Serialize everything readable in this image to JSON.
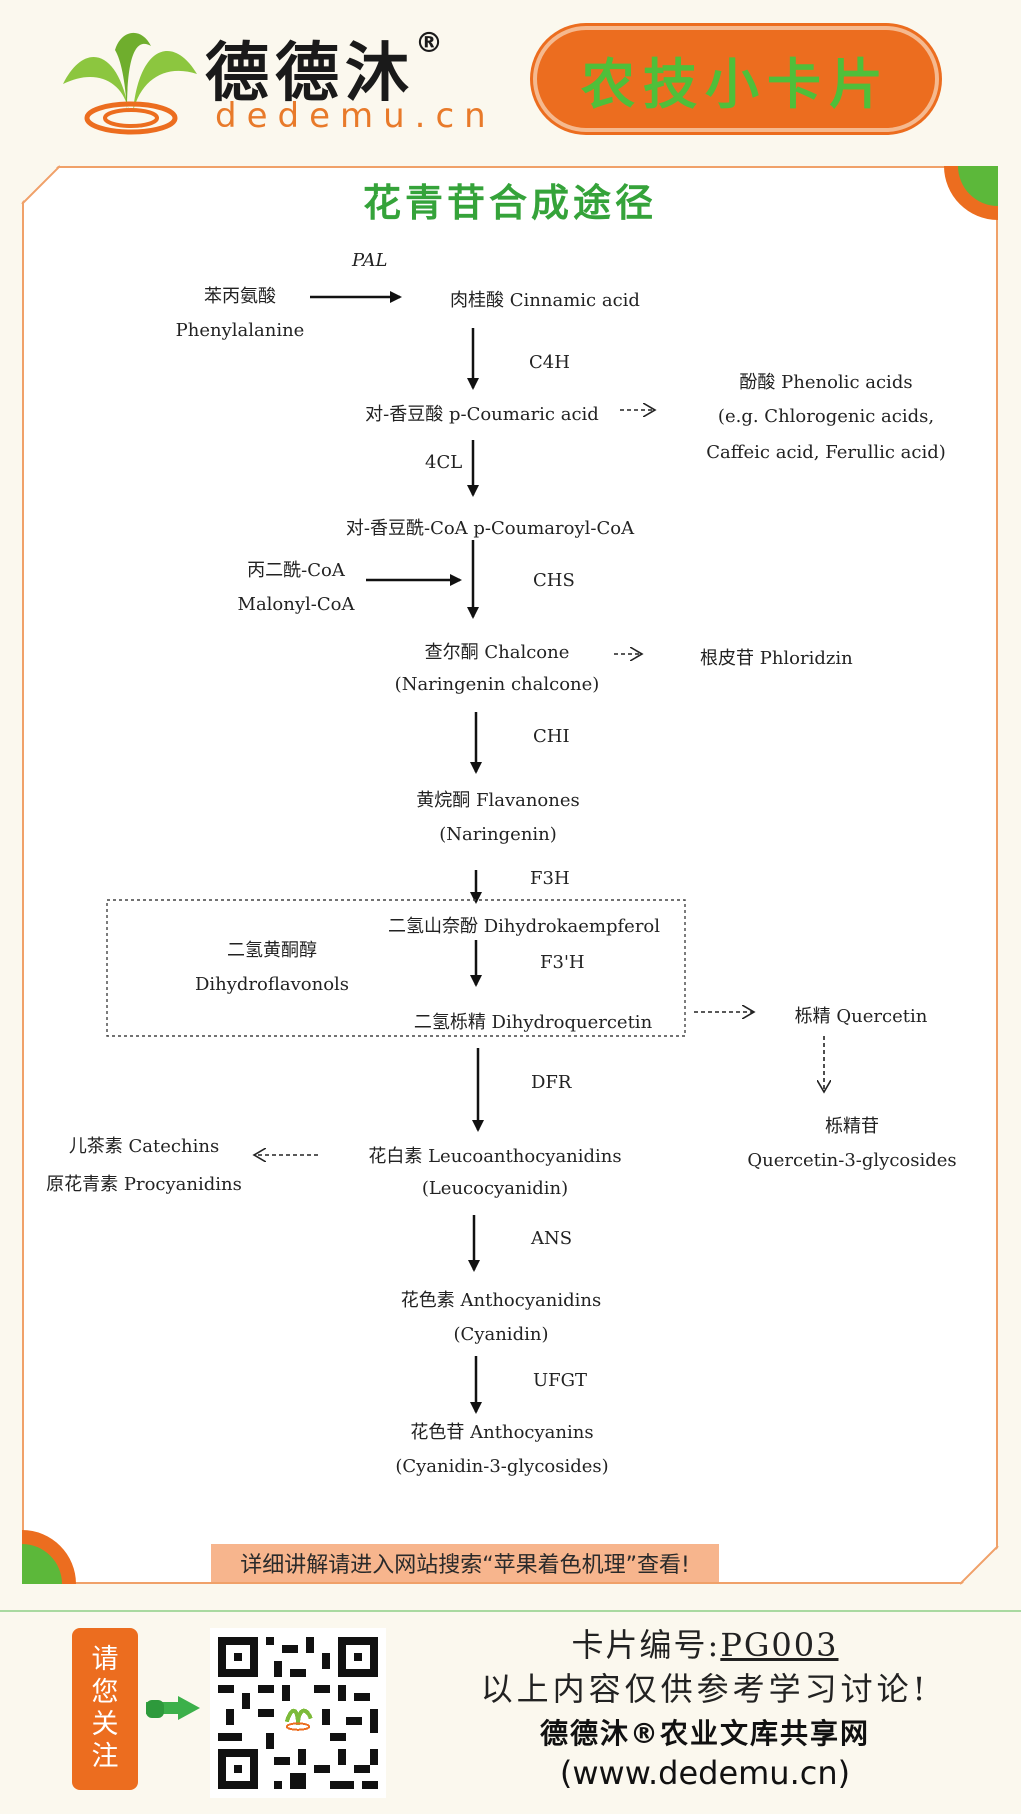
{
  "header": {
    "brand_name": "德德沐",
    "brand_reg": "®",
    "brand_url": "dedemu.cn",
    "badge": "农技小卡片"
  },
  "diagram": {
    "title": "花青苷合成途径",
    "nodes": {
      "phe_cn": "苯丙氨酸",
      "phe_en": "Phenylalanine",
      "cinnamic": "肉桂酸 Cinnamic acid",
      "coumaric": "对-香豆酸 p-Coumaric acid",
      "phenolic_1": "酚酸 Phenolic acids",
      "phenolic_2": "(e.g. Chlorogenic acids,",
      "phenolic_3": "Caffeic acid, Ferullic acid)",
      "coumaroyl": "对-香豆酰-CoA p-Coumaroyl-CoA",
      "malonyl_cn": "丙二酰-CoA",
      "malonyl_en": "Malonyl-CoA",
      "chalcone_1": "查尔酮 Chalcone",
      "chalcone_2": "(Naringenin chalcone)",
      "phloridzin": "根皮苷 Phloridzin",
      "flavanone_1": "黄烷酮 Flavanones",
      "flavanone_2": "(Naringenin)",
      "dihydrokaempferol": "二氢山奈酚 Dihydrokaempferol",
      "dihydroflavonols_cn": "二氢黄酮醇",
      "dihydroflavonols_en": "Dihydroflavonols",
      "dihydroquercetin": "二氢栎精 Dihydroquercetin",
      "quercetin": "栎精 Quercetin",
      "quercetin_g_cn": "栎精苷",
      "quercetin_g_en": "Quercetin-3-glycosides",
      "catechins": "儿茶素 Catechins",
      "procyanidins": "原花青素 Procyanidins",
      "leuco_1": "花白素 Leucoanthocyanidins",
      "leuco_2": "(Leucocyanidin)",
      "antho_1": "花色素 Anthocyanidins",
      "antho_2": "(Cyanidin)",
      "anthocyanin_1": "花色苷 Anthocyanins",
      "anthocyanin_2": "(Cyanidin-3-glycosides)"
    },
    "enzymes": {
      "pal": "PAL",
      "c4h": "C4H",
      "cl4": "4CL",
      "chs": "CHS",
      "chi": "CHI",
      "f3h": "F3H",
      "f3ph": "F3'H",
      "dfr": "DFR",
      "ans": "ANS",
      "ufgt": "UFGT"
    },
    "note": "详细讲解请进入网站搜索“苹果着色机理”查看!"
  },
  "footer": {
    "follow": [
      "请",
      "您",
      "关",
      "注"
    ],
    "card_no_label": "卡片编号:",
    "card_no": "PG003",
    "disclaimer": "以上内容仅供参考学习讨论!",
    "site_name": "德德沐®农业文库共享网",
    "site_url": "(www.dedemu.cn)"
  },
  "colors": {
    "orange": "#ec6d1f",
    "green": "#35a33a"
  }
}
